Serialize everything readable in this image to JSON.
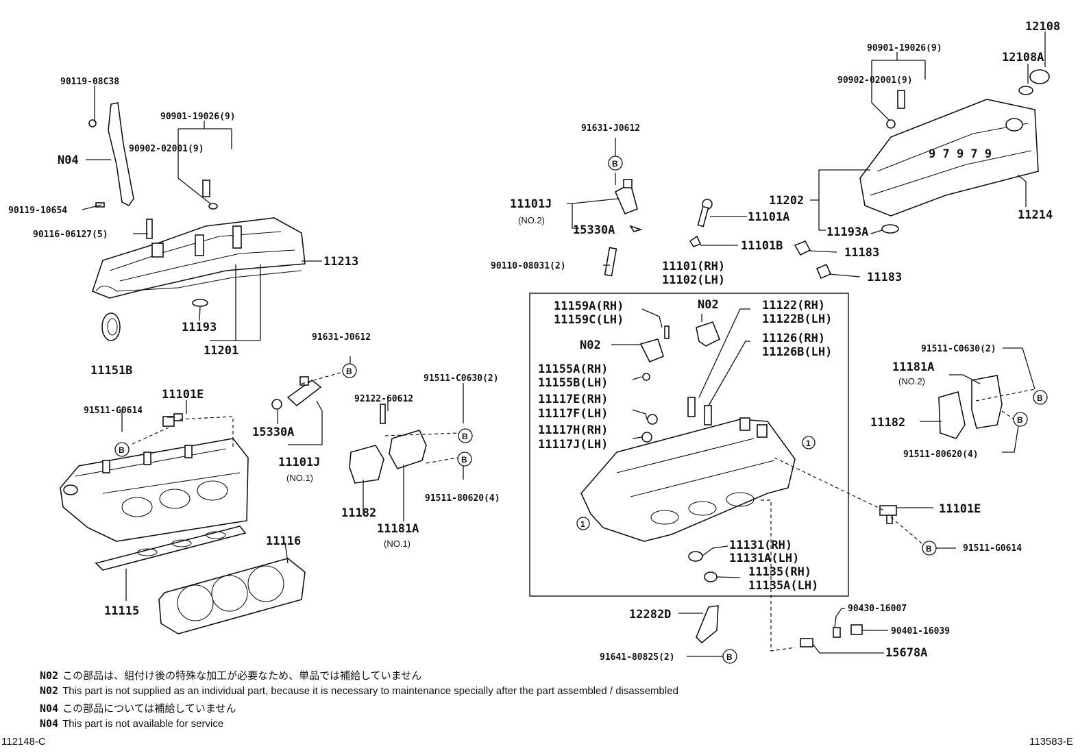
{
  "figure_code_left": "112148-C",
  "figure_code_right": "113583-E",
  "labels": {
    "p1": "90119-08C38",
    "p2": "N04",
    "p3": "90901-19026(9)",
    "p4": "90902-02001(9)",
    "p5": "90119-10654",
    "p6": "90116-06127(5)",
    "p7": "11213",
    "p8": "11193",
    "p9": "11201",
    "p10": "11151B",
    "p11": "91631-J0612",
    "p12": "11101J",
    "p13": "(NO.2)",
    "p14": "15330A",
    "p15": "90110-08031(2)",
    "p16": "11101A",
    "p17": "11101B",
    "p18": "90901-19026(9)",
    "p19": "90902-02001(9)",
    "p20": "12108",
    "p21": "12108A",
    "p22": "11202",
    "p23": "11214",
    "p24": "11193A",
    "p25": "11183",
    "p26": "11183",
    "p27": "11101(RH)",
    "p28": "11102(LH)",
    "p29": "11159A(RH)",
    "p30": "11159C(LH)",
    "p31": "N02",
    "p32": "N02",
    "p33": "11122(RH)",
    "p34": "11122B(LH)",
    "p35": "11126(RH)",
    "p36": "11126B(LH)",
    "p37": "11155A(RH)",
    "p38": "11155B(LH)",
    "p39": "11117E(RH)",
    "p40": "11117F(LH)",
    "p41": "11117H(RH)",
    "p42": "11117J(LH)",
    "p43": "11131(RH)",
    "p44": "11131A(LH)",
    "p45": "11135(RH)",
    "p46": "11135A(LH)",
    "p47": "91631-J0612",
    "p48": "11101E",
    "p49": "91511-G0614",
    "p50": "15330A",
    "p51": "11101J",
    "p52": "(NO.1)",
    "p53": "92122-60612",
    "p54": "91511-C0630(2)",
    "p55": "91511-80620(4)",
    "p56": "11182",
    "p57": "11181A",
    "p58": "(NO.1)",
    "p59": "11116",
    "p60": "11115",
    "p61": "91511-C0630(2)",
    "p62": "11181A",
    "p63": "(NO.2)",
    "p64": "11182",
    "p65": "91511-80620(4)",
    "p66": "11101E",
    "p67": "91511-G0614",
    "p68": "12282D",
    "p69": "91641-80825(2)",
    "p70": "90430-16007",
    "p71": "90401-16039",
    "p72": "15678A",
    "b": "B",
    "one": "1"
  },
  "notes": [
    {
      "code": "N02",
      "text": "この部品は、組付け後の特殊な加工が必要なため、単品では補給していません"
    },
    {
      "code": "N02",
      "text": "This part is not supplied as an individual part, because it is necessary to maintenance specially after the part assembled / disassembled"
    },
    {
      "code": "N04",
      "text": "この部品については補給していません"
    },
    {
      "code": "N04",
      "text": "This part is not available for service"
    }
  ]
}
